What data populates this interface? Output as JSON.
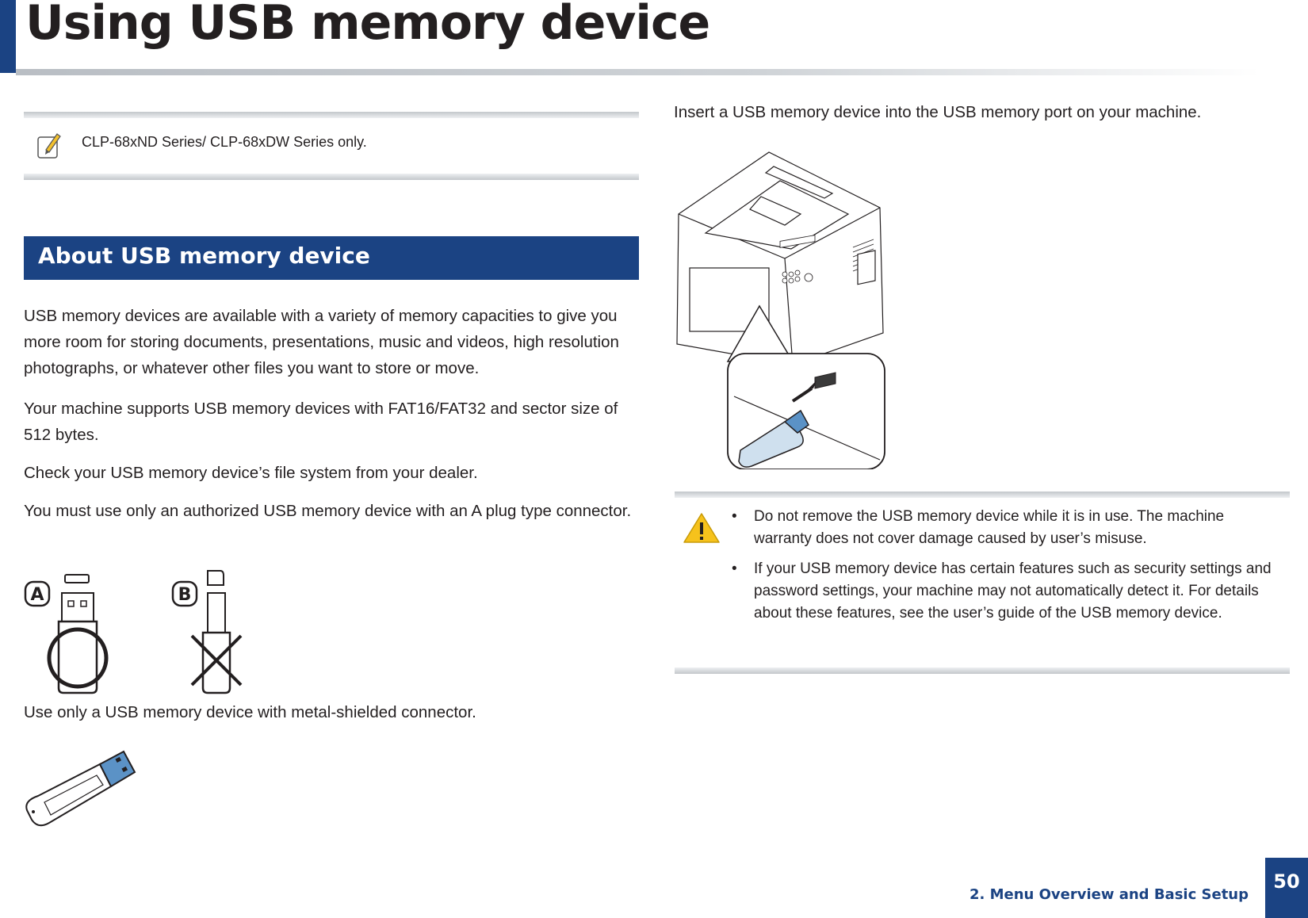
{
  "header": {
    "title": "Using USB memory device"
  },
  "note": {
    "icon": "pencil-note-icon",
    "text": "CLP-68xND Series/ CLP-68xDW Series only."
  },
  "section": {
    "heading": "About USB memory device"
  },
  "body": {
    "p1": "USB memory devices are available with a variety of memory capacities to give you more room for storing documents, presentations, music and videos, high resolution photographs, or whatever other files you want to store or move.",
    "p2": "Your machine supports USB memory devices with FAT16/FAT32 and sector size of 512 bytes.",
    "p3": "Check your USB memory device’s file system from your dealer.",
    "p4": "You must use only an authorized USB memory device with an A plug type connector.",
    "p5": "Use only a USB memory device with metal-shielded connector."
  },
  "plug_figure": {
    "label_a": "A",
    "label_b": "B"
  },
  "right": {
    "intro": "Insert a USB memory device into the USB memory port on your machine."
  },
  "caution": {
    "icon": "warning-icon",
    "bullet": "•",
    "items": [
      "Do not remove the USB memory device while it is in use. The machine warranty does not cover damage caused by user’s misuse.",
      "If your USB memory device has certain features such as security settings and password settings, your machine may not automatically detect it. For details about these features, see the user’s guide of the USB memory device."
    ]
  },
  "footer": {
    "chapter": "2. Menu Overview and Basic Setup",
    "page": "50"
  },
  "colors": {
    "accent": "#1b4383",
    "warning": "#f6c21c"
  }
}
